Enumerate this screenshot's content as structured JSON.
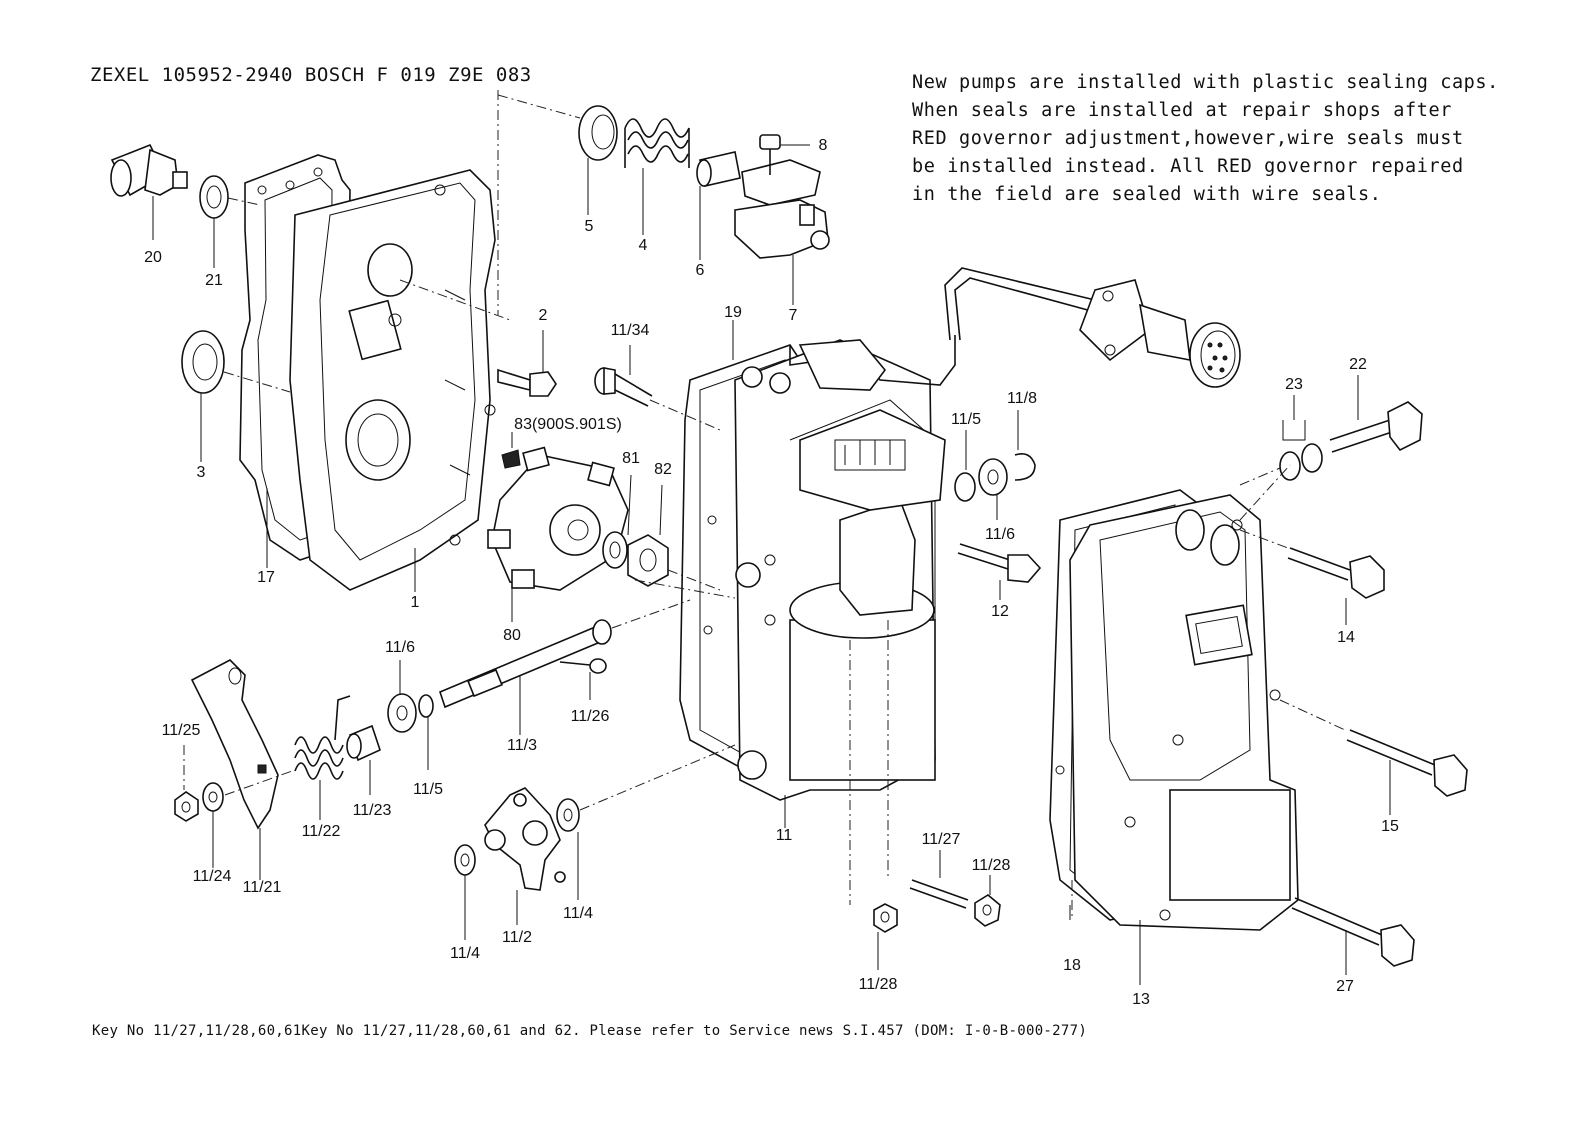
{
  "header": {
    "title": "ZEXEL  105952-2940  BOSCH  F 019 Z9E 083"
  },
  "note": {
    "lines": [
      "New pumps are installed with plastic sealing caps.",
      "When seals are installed at repair shops after",
      "RED governor adjustment,however,wire seals must",
      "be installed instead. All RED governor repaired",
      "in the field are sealed with wire seals."
    ]
  },
  "footer": {
    "text": "Key No 11/27,11/28,60,61Key No 11/27,11/28,60,61 and 62.  Please refer to Service news S.I.457 (DOM: I-0-B-000-277)"
  },
  "labels": [
    {
      "id": "20",
      "text": "20"
    },
    {
      "id": "21",
      "text": "21"
    },
    {
      "id": "3",
      "text": "3"
    },
    {
      "id": "17",
      "text": "17"
    },
    {
      "id": "1",
      "text": "1"
    },
    {
      "id": "2",
      "text": "2"
    },
    {
      "id": "5",
      "text": "5"
    },
    {
      "id": "4",
      "text": "4"
    },
    {
      "id": "6",
      "text": "6"
    },
    {
      "id": "7",
      "text": "7"
    },
    {
      "id": "8",
      "text": "8"
    },
    {
      "id": "11-34",
      "text": "11/34"
    },
    {
      "id": "19",
      "text": "19"
    },
    {
      "id": "83",
      "text": "83(900S.901S)"
    },
    {
      "id": "81",
      "text": "81"
    },
    {
      "id": "82",
      "text": "82"
    },
    {
      "id": "80",
      "text": "80"
    },
    {
      "id": "11-5a",
      "text": "11/5"
    },
    {
      "id": "11-8",
      "text": "11/8"
    },
    {
      "id": "11-6a",
      "text": "11/6"
    },
    {
      "id": "12",
      "text": "12"
    },
    {
      "id": "23",
      "text": "23"
    },
    {
      "id": "22",
      "text": "22"
    },
    {
      "id": "14",
      "text": "14"
    },
    {
      "id": "11-6b",
      "text": "11/6"
    },
    {
      "id": "11-25",
      "text": "11/25"
    },
    {
      "id": "11-3",
      "text": "11/3"
    },
    {
      "id": "11-26",
      "text": "11/26"
    },
    {
      "id": "11-5b",
      "text": "11/5"
    },
    {
      "id": "11-23",
      "text": "11/23"
    },
    {
      "id": "11-22",
      "text": "11/22"
    },
    {
      "id": "11-24",
      "text": "11/24"
    },
    {
      "id": "11-21",
      "text": "11/21"
    },
    {
      "id": "11-2",
      "text": "11/2"
    },
    {
      "id": "11-4a",
      "text": "11/4"
    },
    {
      "id": "11-4b",
      "text": "11/4"
    },
    {
      "id": "11",
      "text": "11"
    },
    {
      "id": "11-27",
      "text": "11/27"
    },
    {
      "id": "11-28a",
      "text": "11/28"
    },
    {
      "id": "11-28b",
      "text": "11/28"
    },
    {
      "id": "15",
      "text": "15"
    },
    {
      "id": "18",
      "text": "18"
    },
    {
      "id": "13",
      "text": "13"
    },
    {
      "id": "27",
      "text": "27"
    }
  ]
}
